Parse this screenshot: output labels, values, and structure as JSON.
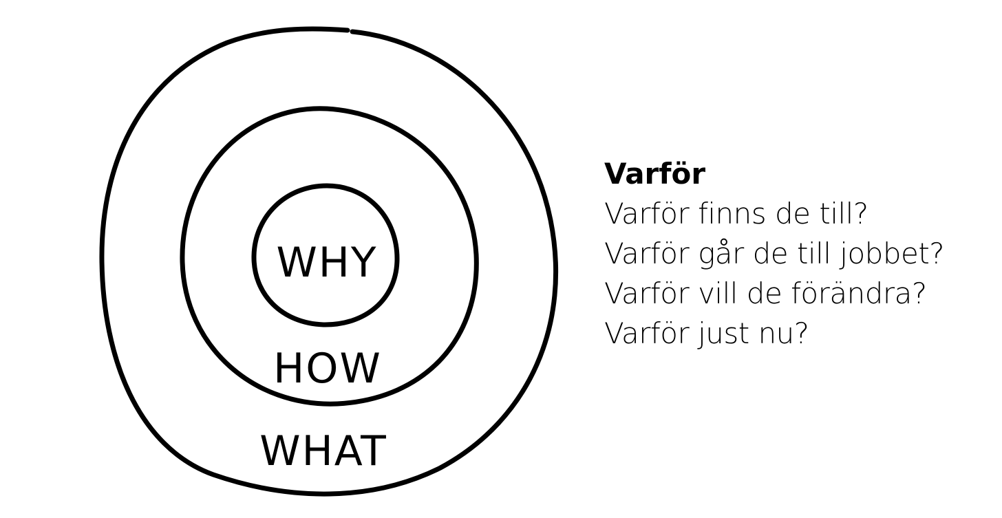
{
  "diagram": {
    "inner_label": "WHY",
    "middle_label": "HOW",
    "outer_label": "WHAT"
  },
  "panel": {
    "heading": "Varför",
    "questions": [
      "Varför finns de till?",
      "Varför går de till jobbet?",
      "Varför vill de förändra?",
      "Varför just nu?"
    ]
  }
}
